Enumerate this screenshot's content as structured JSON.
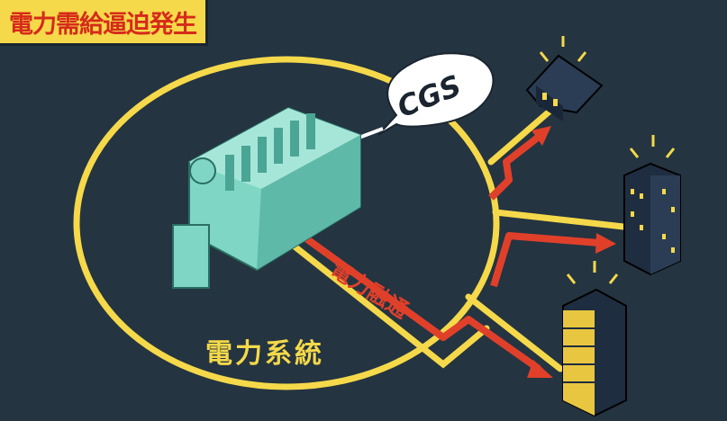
{
  "banner": {
    "title": "電力需給逼迫発生"
  },
  "diagram": {
    "cgs_label": "CGS",
    "grid_label": "電力系統",
    "flow_label": "電力融通"
  },
  "colors": {
    "background": "#243441",
    "grid_line": "#f5d94a",
    "flow_arrow": "#e0402a",
    "generator": "#7fd6c4",
    "banner_bg": "#f5d94a",
    "banner_text": "#d62a1a"
  },
  "icons": [
    "generator-icon",
    "speech-bubble-icon",
    "house-icon",
    "office-building-icon",
    "tower-building-icon"
  ]
}
